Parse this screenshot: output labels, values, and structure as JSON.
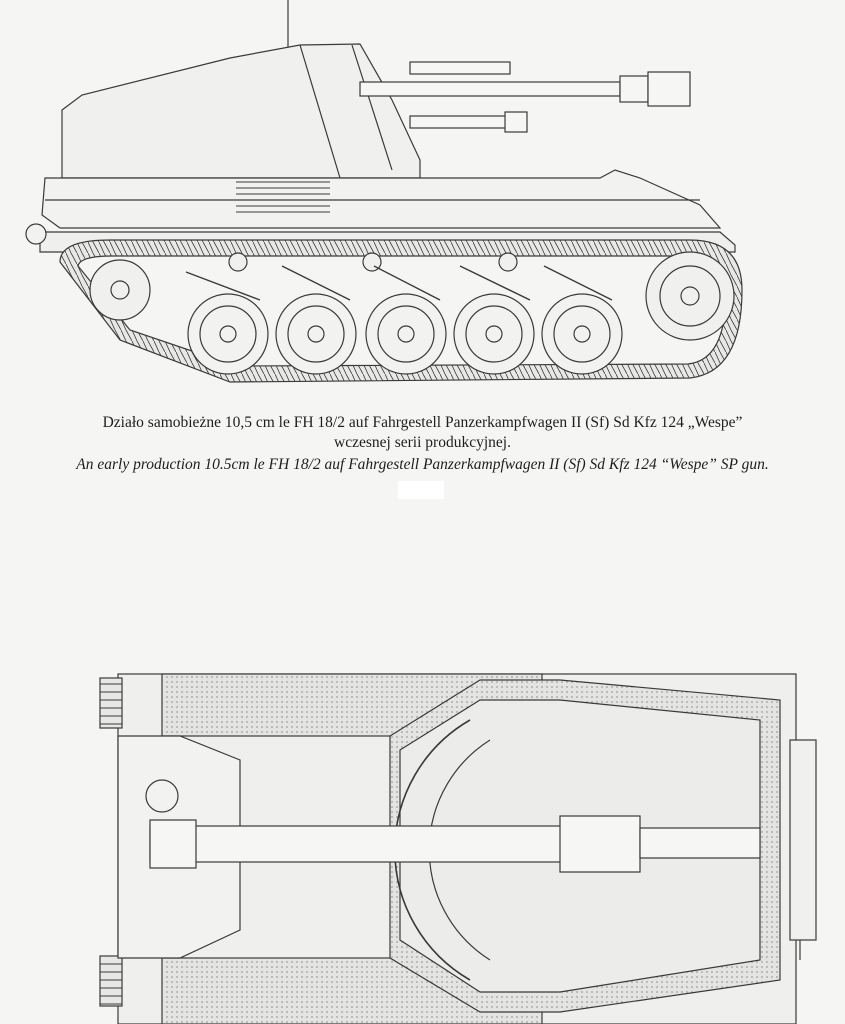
{
  "figure": {
    "caption_polish_line1": "Działo samobieżne 10,5 cm le FH 18/2 auf Fahrgestell Panzerkampfwagen II (Sf) Sd Kfz 124 „Wespe”",
    "caption_polish_line2": "wczesnej serii produkcyjnej.",
    "caption_english": "An early production 10.5cm le FH 18/2 auf Fahrgestell Panzerkampfwagen II (Sf) Sd Kfz 124 “Wespe” SP gun."
  },
  "colors": {
    "paper": "#f5f5f3",
    "line": "#3a3a3a",
    "fill_light": "#ececea",
    "fill_dotted": "#dcdcda"
  }
}
